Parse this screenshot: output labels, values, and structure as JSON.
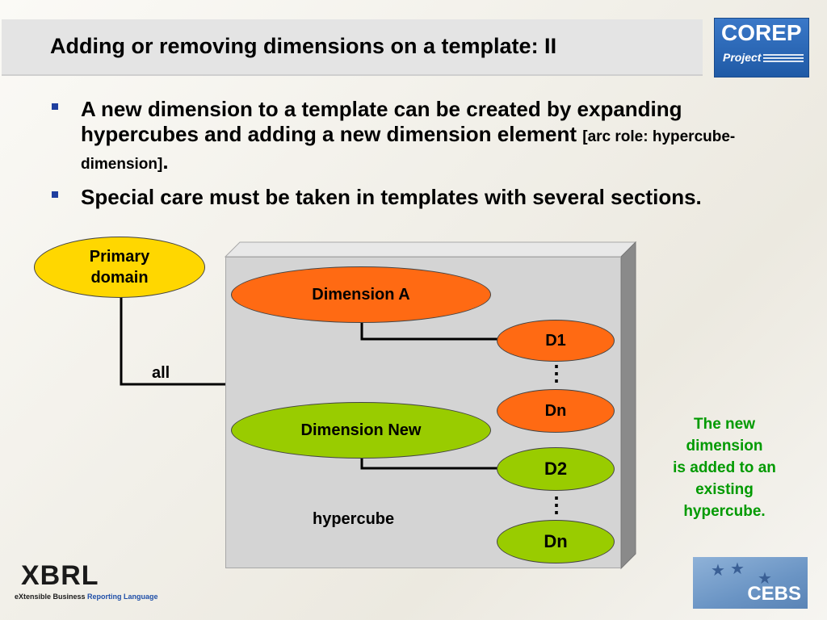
{
  "title": "Adding or removing dimensions on a template: II",
  "logo_corep": {
    "main": "COREP",
    "sub": "Project"
  },
  "bullets": [
    {
      "text_main": "A new dimension to a template can be created by expanding hypercubes and adding a new dimension element ",
      "text_small": "[arc role: hypercube-dimension]",
      "text_end": "."
    },
    {
      "text_main": "Special care must be taken in templates with several sections."
    }
  ],
  "diagram": {
    "primary_domain": {
      "line1": "Primary",
      "line2": "domain"
    },
    "all_label": "all",
    "dimension_a": "Dimension A",
    "d1": "D1",
    "dn_top": "Dn",
    "dimension_new": "Dimension New",
    "d2": "D2",
    "dn_bottom": "Dn",
    "hypercube_label": "hypercube",
    "dots": "⋮"
  },
  "note": [
    "The new",
    "dimension",
    "is added to an",
    "existing",
    "hypercube."
  ],
  "logo_xbrl": {
    "main": "XBRL",
    "sub_a": "eXtensible Business ",
    "sub_b": "Reporting Language"
  },
  "logo_cebs": "CEBS",
  "colors": {
    "yellow": "#ffd700",
    "orange": "#ff6a13",
    "green": "#99cc00",
    "note_green": "#009a00"
  }
}
